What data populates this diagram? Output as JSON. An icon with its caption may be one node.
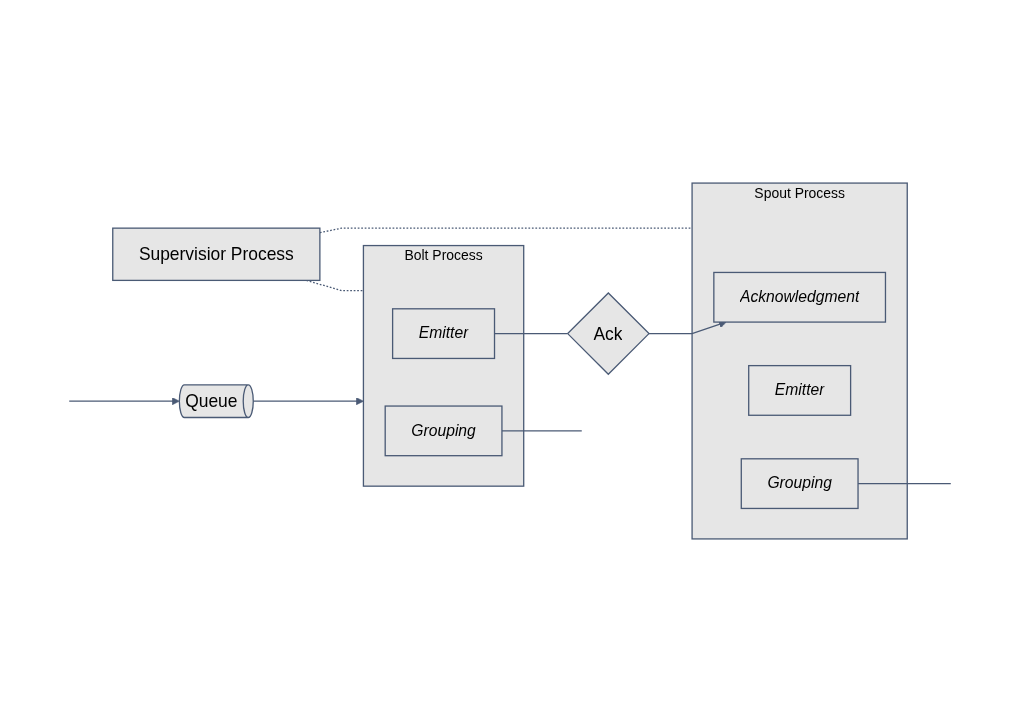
{
  "diagram": {
    "nodes": [
      {
        "text": [
          "Supervisior Process"
        ]
      },
      {
        "text": [
          "Spout Process"
        ]
      },
      {
        "text": [
          "Acknowledgment"
        ],
        "in": 1
      },
      {
        "text": [
          "Emitter"
        ],
        "in": 1
      },
      {
        "text": [
          "Grouping"
        ],
        "in": 1
      },
      {
        "text": [
          "Queue"
        ]
      },
      {
        "text": [
          "Bolt Process"
        ]
      },
      {
        "text": [
          "Emitter"
        ],
        "in": 6
      },
      {
        "text": [
          "Grouping"
        ],
        "in": 6
      },
      {
        "text": [
          "Ack"
        ]
      }
    ],
    "edges": [
      {
        "from": 0,
        "to": 1,
        "arrow": "none",
        "style": "dashed"
      },
      {
        "from": 0,
        "to": 6,
        "arrow": "none",
        "style": "dashed"
      },
      {
        "from": 9,
        "to": 2,
        "arrow": "to"
      },
      {
        "from": 7,
        "to": 9,
        "arrow": "none"
      },
      {
        "from": 4,
        "to": null,
        "arrow": "none"
      },
      {
        "from": null,
        "to": 5,
        "arrow": "to"
      },
      {
        "from": 5,
        "to": 6,
        "arrow": "to"
      },
      {
        "from": 8,
        "to": null,
        "arrow": "none"
      }
    ]
  }
}
